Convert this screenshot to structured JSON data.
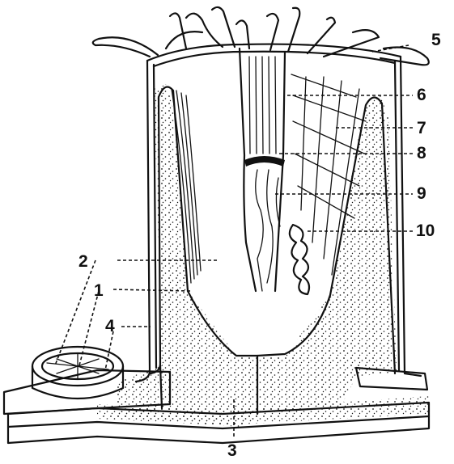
{
  "colors": {
    "ink": "#111111",
    "paper": "#ffffff"
  },
  "labels": [
    "1",
    "2",
    "3",
    "4",
    "5",
    "6",
    "7",
    "8",
    "9",
    "10"
  ]
}
